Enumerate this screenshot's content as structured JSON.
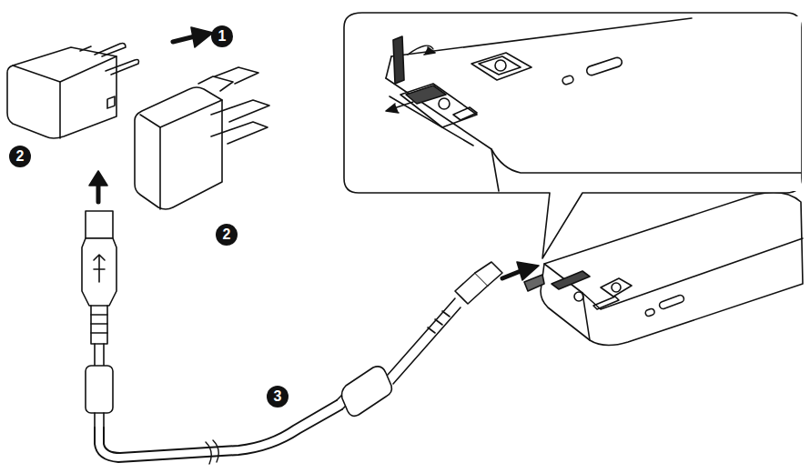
{
  "diagram": {
    "labels": [
      "1",
      "2",
      "2",
      "3"
    ]
  }
}
